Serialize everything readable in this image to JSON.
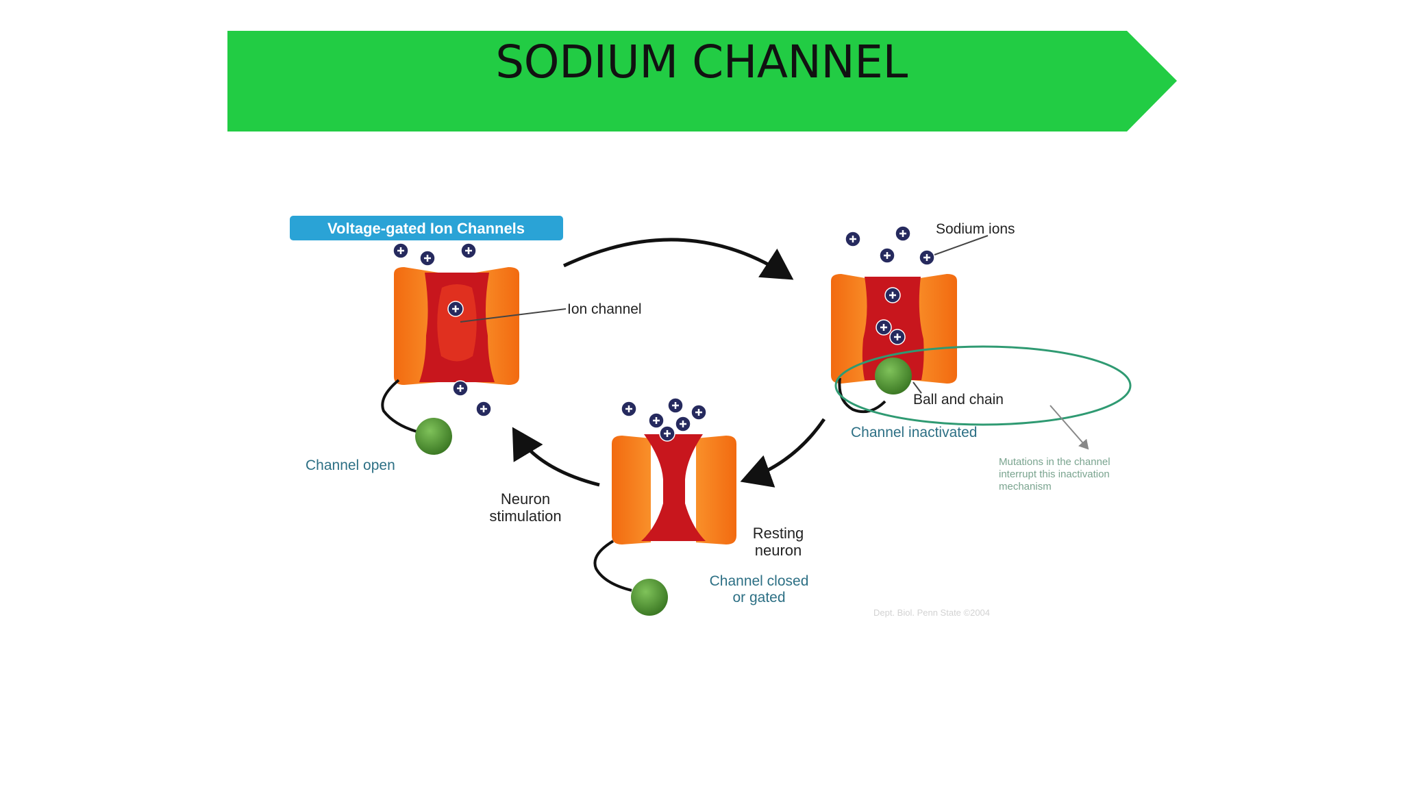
{
  "slide": {
    "title": "SODIUM CHANNEL",
    "banner_color": "#22cc44"
  },
  "diagram": {
    "badge": "Voltage-gated Ion Channels",
    "labels": {
      "sodium_ions": "Sodium ions",
      "ion_channel": "Ion channel",
      "ball_and_chain": "Ball and chain",
      "channel_inactivated": "Channel inactivated",
      "channel_open": "Channel open",
      "neuron_stimulation_line1": "Neuron",
      "neuron_stimulation_line2": "stimulation",
      "resting_neuron_line1": "Resting",
      "resting_neuron_line2": "neuron",
      "channel_closed_line1": "Channel closed",
      "channel_closed_line2": "or gated",
      "mutations_line1": "Mutations in the channel",
      "mutations_line2": "interrupt this inactivation",
      "mutations_line3": "mechanism",
      "credit": "Dept. Biol. Penn State ©2004"
    },
    "colors": {
      "channel_orange": "#f57f17",
      "pore_red": "#c8161d",
      "ball_green": "#4a8f2c",
      "ion_navy": "#262a5e",
      "badge_blue": "#2aa3d6",
      "ellipse_teal": "#2f9a72",
      "label_teal": "#2c6f84"
    }
  }
}
